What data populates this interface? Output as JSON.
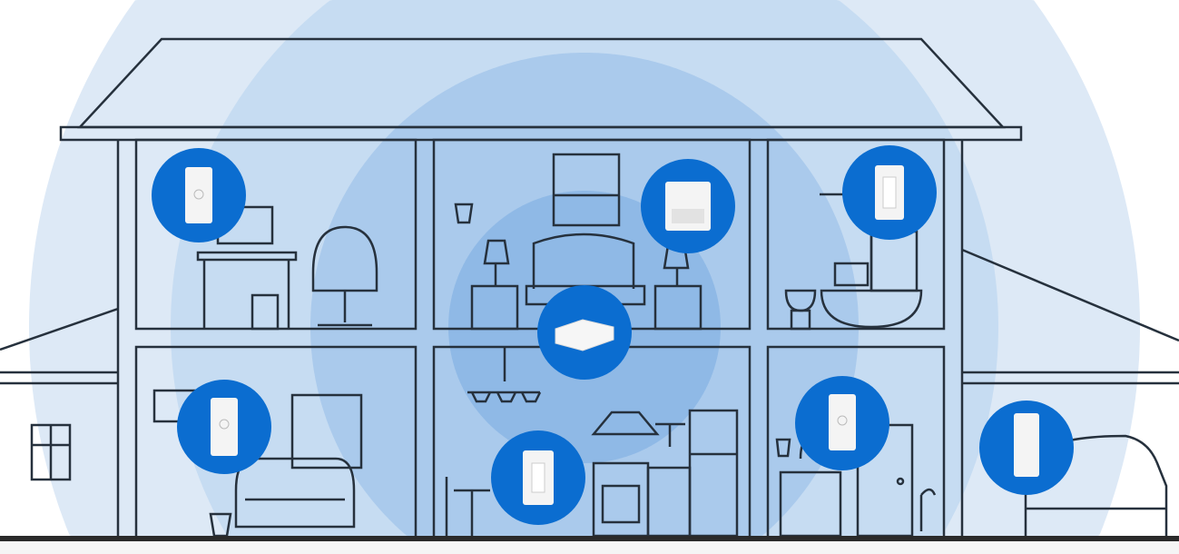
{
  "colors": {
    "ring_outer": "#dde9f6",
    "ring_2": "#c6dcf2",
    "ring_3": "#aacaec",
    "ring_4": "#8fb9e6",
    "ring_inner": "#74a7e0",
    "badge": "#0b6dd0",
    "line": "#26313d",
    "floor_bar": "#2a2a2a",
    "background": "#ffffff",
    "footer": "#f5f5f5"
  },
  "devices": [
    "dimmer-switch",
    "dimmer-switch",
    "shade-remote",
    "light-switch",
    "smart-bridge",
    "slide-dimmer",
    "dimmer-switch",
    "motion-sensor"
  ]
}
